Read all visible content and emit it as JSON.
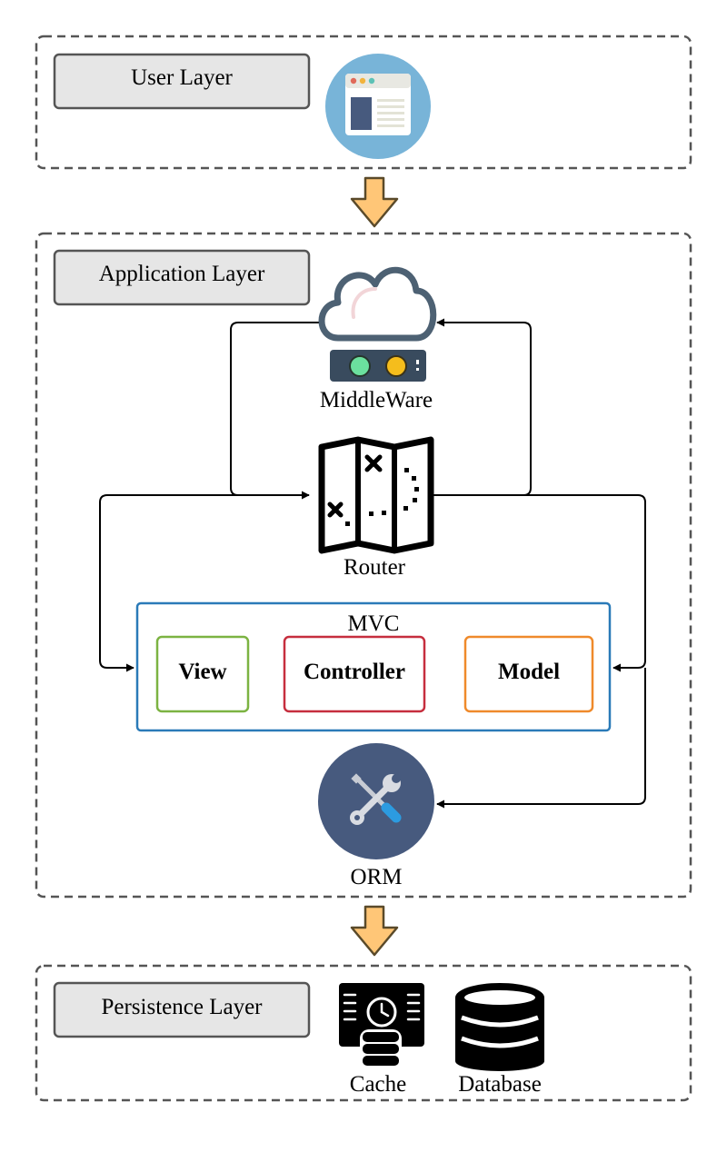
{
  "layers": {
    "user": {
      "label": "User Layer"
    },
    "application": {
      "label": "Application Layer"
    },
    "persistence": {
      "label": "Persistence Layer"
    }
  },
  "components": {
    "middleware": "MiddleWare",
    "router": "Router",
    "mvc": "MVC",
    "view": "View",
    "controller": "Controller",
    "model": "Model",
    "orm": "ORM",
    "cache": "Cache",
    "database": "Database"
  },
  "icons": {
    "user": "browser-window-icon",
    "middleware": "cloud-server-icon",
    "router": "map-route-icon",
    "orm": "wrench-screwdriver-icon",
    "cache": "cache-server-icon",
    "database": "database-icon"
  },
  "colors": {
    "layer_border": "#555555",
    "label_fill": "#e6e6e6",
    "mvc_border": "#2a7ab8",
    "view_border": "#7cb342",
    "controller_border": "#c62e3e",
    "model_border": "#ef8a2b",
    "arrow_fill": "#ffc677",
    "arrow_stroke": "#5a4a2a",
    "orm_circle": "#475a7e",
    "browser_circle": "#78b4d8"
  }
}
